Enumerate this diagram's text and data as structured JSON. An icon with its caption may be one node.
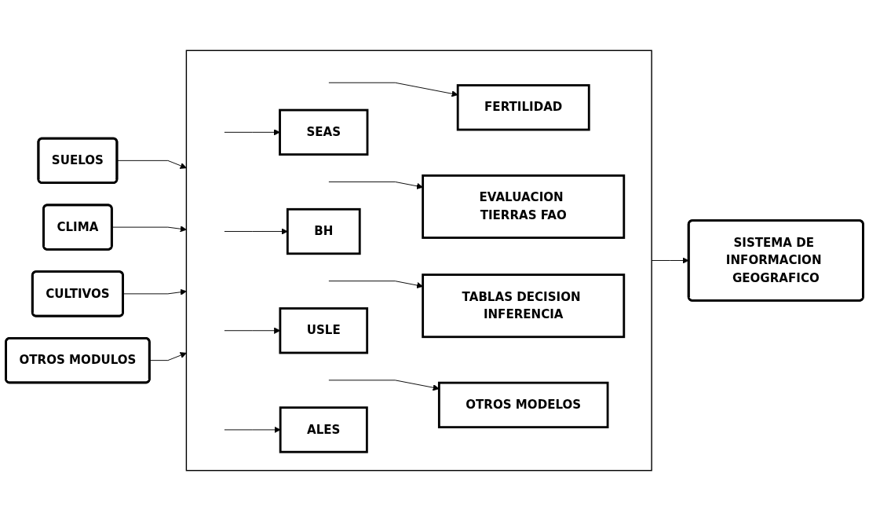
{
  "diagram": {
    "nodes": [
      {
        "text": [
          "SUELOS"
        ]
      },
      {
        "text": [
          "CLIMA"
        ]
      },
      {
        "text": [
          "CULTIVOS"
        ]
      },
      {
        "text": [
          "OTROS MODULOS"
        ]
      },
      {
        "text": [],
        "shape": "box"
      },
      {
        "text": [
          "SEAS"
        ],
        "in": 4
      },
      {
        "text": [
          "FERTILIDAD"
        ],
        "in": 4
      },
      {
        "text": [
          "BH"
        ],
        "in": 4
      },
      {
        "text": [
          "EVALUACION TIERRAS FAO"
        ],
        "in": 4
      },
      {
        "text": [
          "USLE"
        ],
        "in": 4
      },
      {
        "text": [
          "TABLAS DECISION INFERENCIA"
        ],
        "in": 4
      },
      {
        "text": [
          "ALES"
        ],
        "in": 4
      },
      {
        "text": [
          "OTROS MODELOS"
        ],
        "in": 4
      },
      {
        "text": [
          "SISTEMA DE INFORMACION GEOGRAFICO"
        ]
      }
    ],
    "edges": [
      {
        "from": 0,
        "to": 4,
        "arrow": "to"
      },
      {
        "from": 1,
        "to": 4,
        "arrow": "to"
      },
      {
        "from": 2,
        "to": 4,
        "arrow": "to"
      },
      {
        "from": 3,
        "to": 4,
        "arrow": "to"
      },
      {
        "from": null,
        "to": 5,
        "arrow": "to"
      },
      {
        "from": null,
        "to": 7,
        "arrow": "to"
      },
      {
        "from": null,
        "to": 9,
        "arrow": "to"
      },
      {
        "from": null,
        "to": 11,
        "arrow": "to"
      },
      {
        "from": null,
        "to": 6,
        "arrow": "to"
      },
      {
        "from": null,
        "to": 8,
        "arrow": "to"
      },
      {
        "from": null,
        "to": 10,
        "arrow": "to"
      },
      {
        "from": null,
        "to": 12,
        "arrow": "to"
      },
      {
        "from": 4,
        "to": 13,
        "arrow": "to"
      }
    ]
  }
}
